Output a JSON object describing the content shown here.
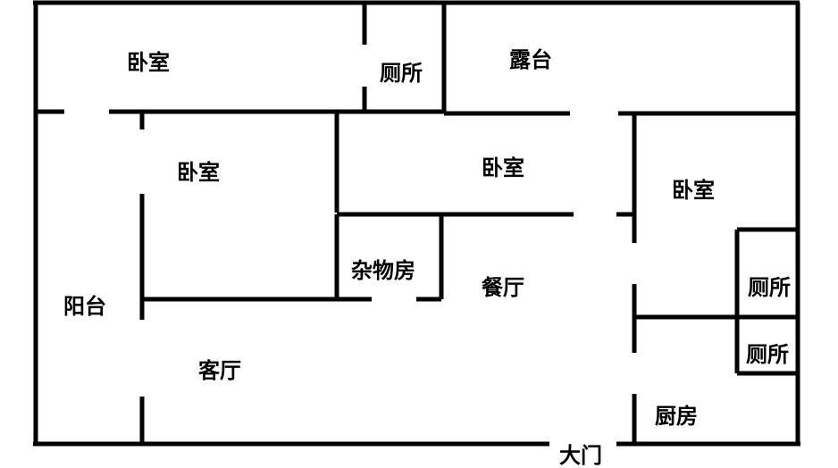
{
  "rooms": {
    "bedroom_top_left": "卧室",
    "toilet_top": "厕所",
    "terrace": "露台",
    "bedroom_mid_left": "卧室",
    "bedroom_center": "卧室",
    "bedroom_right": "卧室",
    "storage": "杂物房",
    "dining": "餐厅",
    "toilet_right_1": "厕所",
    "toilet_right_2": "厕所",
    "balcony": "阳台",
    "living": "客厅",
    "kitchen": "厨房",
    "main_door": "大门"
  }
}
